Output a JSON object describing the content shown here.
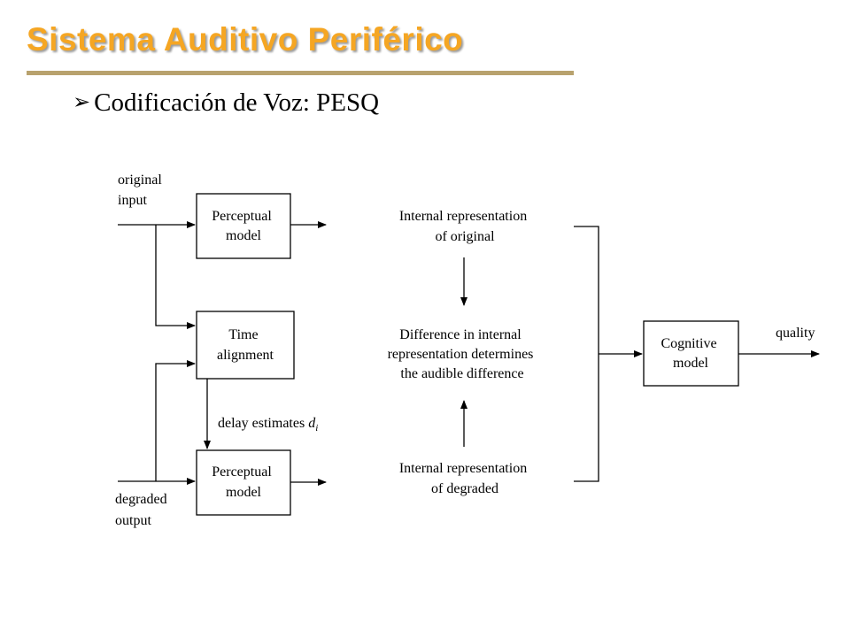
{
  "title": "Sistema Auditivo Periférico",
  "subtitle": "Codificación de Voz: PESQ",
  "colors": {
    "title": "#F5A623",
    "title_rule": "#B8A26E",
    "lines": "#000000"
  },
  "bullet_icon": "arrow-bullet",
  "diagram": {
    "input_label": [
      "original",
      "input"
    ],
    "output_label": [
      "degraded",
      "output"
    ],
    "perceptual_top": [
      "Perceptual",
      "model"
    ],
    "time_alignment": [
      "Time",
      "alignment"
    ],
    "perceptual_bottom": [
      "Perceptual",
      "model"
    ],
    "delay_label": "delay  estimates",
    "delay_symbol": "d",
    "delay_subscript": "i",
    "internal_original": [
      "Internal representation",
      "of original"
    ],
    "difference": [
      "Difference in internal",
      "representation determines",
      "the audible difference"
    ],
    "internal_degraded": [
      "Internal representation",
      "of degraded"
    ],
    "cognitive": [
      "Cognitive",
      "model"
    ],
    "quality_label": "quality"
  }
}
